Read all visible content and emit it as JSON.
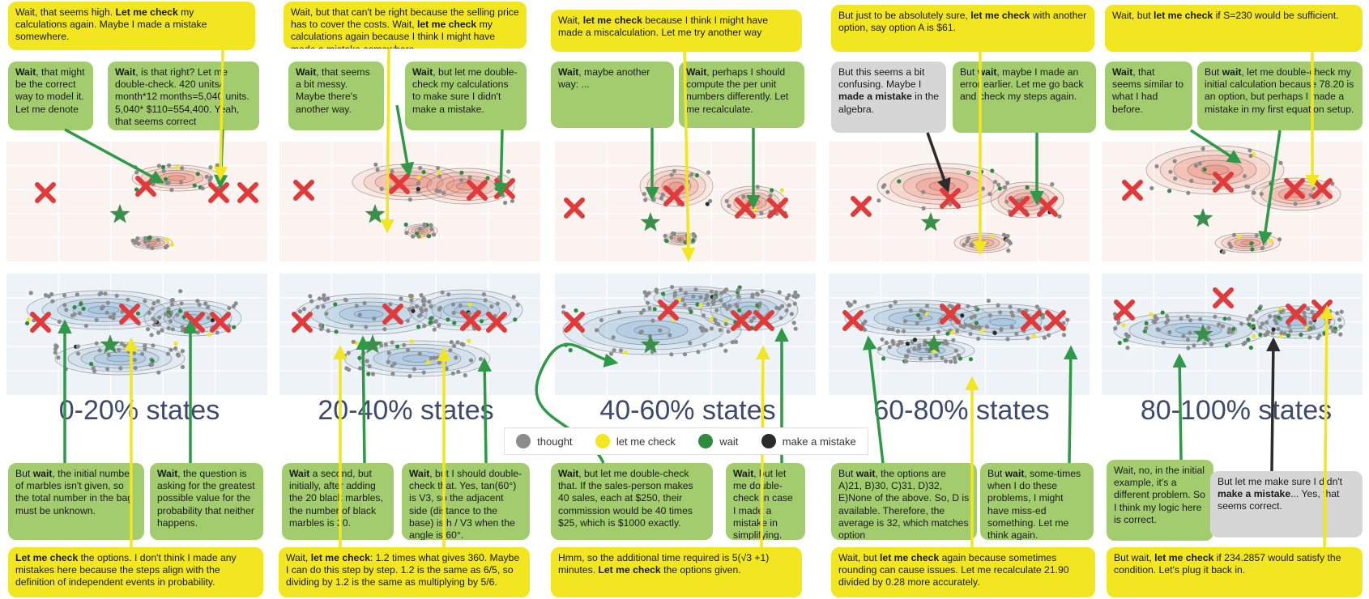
{
  "stages": [
    {
      "label": "0-20% states"
    },
    {
      "label": "20-40% states"
    },
    {
      "label": "40-60% states"
    },
    {
      "label": "60-80% states"
    },
    {
      "label": "80-100% states"
    }
  ],
  "legend": [
    {
      "label": "thought",
      "color": "#8c8c8c"
    },
    {
      "label": "let me check",
      "color": "#f1e61f"
    },
    {
      "label": "wait",
      "color": "#2e8b3e"
    },
    {
      "label": "make a mistake",
      "color": "#2b2b2b"
    }
  ],
  "colors": {
    "yellow_callout": "#f1e61f",
    "green_callout": "#a3cc6e",
    "gray_callout": "#d6d6d6",
    "red_cross": "#e03a3a",
    "star": "#3a8f4a",
    "top_density": "#e8816f",
    "bottom_density": "#8fb6d8"
  },
  "callouts": [
    {
      "id": "t0",
      "color": "yellow",
      "html": "Wait, that seems high. <b>Let me check</b> my calculations again. Maybe I made a mistake somewhere."
    },
    {
      "id": "g0a",
      "color": "green",
      "html": "<b>Wait</b>, that might be the correct way to model it. Let me denote"
    },
    {
      "id": "g0b",
      "color": "green",
      "html": "<b>Wait</b>, is that right? Let me double-check. 420 units/ month*12 months=5,040 units. 5,040* $110=554,400. Yeah, that seems correct"
    },
    {
      "id": "t1",
      "color": "yellow",
      "html": "Wait, but that can't be right because the selling price has to cover the costs. Wait, <b>let me check</b> my calculations again because I think I might have made a mistake somewhere."
    },
    {
      "id": "g1a",
      "color": "green",
      "html": "<b>Wait</b>, that seems a bit messy. Maybe there's another way."
    },
    {
      "id": "g1b",
      "color": "green",
      "html": "<b>Wait</b>, but let me double-check my calculations to make sure I didn't make a mistake."
    },
    {
      "id": "t2",
      "color": "yellow",
      "html": "Wait, <b>let me check</b> because I think I might have made a miscalculation. Let me try another way"
    },
    {
      "id": "g2a",
      "color": "green",
      "html": "<b>Wait</b>, maybe another way: ..."
    },
    {
      "id": "g2b",
      "color": "green",
      "html": "<b>Wait</b>, perhaps I should compute the per unit numbers differently. Let me recalculate."
    },
    {
      "id": "t3",
      "color": "yellow",
      "html": "But just to be absolutely sure, <b>let me check</b> with another option, say option A is $61."
    },
    {
      "id": "k3",
      "color": "gray",
      "html": "But this seems a bit confusing. Maybe I <b>made a mistake</b> in the algebra."
    },
    {
      "id": "g3b",
      "color": "green",
      "html": "But <b>wait</b>, maybe I made an error earlier. Let me go back and check my steps again."
    },
    {
      "id": "t4",
      "color": "yellow",
      "html": "Wait, but <b>let me check</b> if S=230 would be sufficient."
    },
    {
      "id": "g4a",
      "color": "green",
      "html": "<b>Wait</b>, that seems similar to what I had before."
    },
    {
      "id": "g4b",
      "color": "green",
      "html": "But <b>wait</b>, let me double-check my initial calculation because 78.20 is an option, but perhaps I made a mistake in my first equation setup."
    },
    {
      "id": "b0a",
      "color": "green",
      "html": "But <b>wait</b>, the initial number of marbles isn't given, so the total number in the bag must be unknown."
    },
    {
      "id": "b0b",
      "color": "green",
      "html": "<b>Wait</b>, the question is asking for the greatest possible value for the probability that neither happens."
    },
    {
      "id": "y0",
      "color": "yellow",
      "html": "<b>Let me check</b> the options. I don't think I made any mistakes here because the steps align with the definition of independent events in probability."
    },
    {
      "id": "b1a",
      "color": "green",
      "html": "<b>Wait</b> a second, but initially, after adding the 20 black marbles, the number of black marbles is 20."
    },
    {
      "id": "b1b",
      "color": "green",
      "html": "<b>Wait</b>, but I should double-check that. Yes, tan(60°) is V3, so the adjacent side (distance to the base) is h / V3 when the angle is 60°."
    },
    {
      "id": "y1",
      "color": "yellow",
      "html": "Wait, <b>let me check</b>: 1.2 times what gives 360. Maybe I can do this step by step. 1.2 is the same as 6/5, so dividing by 1.2 is the same as multiplying by 5/6."
    },
    {
      "id": "b2a",
      "color": "green",
      "html": "<b>Wait</b>, but let me double-check that. If the sales-person makes 40 sales, each at $250, their commission would be 40 times $25, which is $1000 exactly."
    },
    {
      "id": "b2b",
      "color": "green",
      "html": "<b>Wait</b>, but let me double-check in case I made a mistake in simplifying."
    },
    {
      "id": "y2",
      "color": "yellow",
      "html": "Hmm, so the additional time required is 5(&#8730;3 +1) minutes. <b>Let me check</b> the options given."
    },
    {
      "id": "b3a",
      "color": "green",
      "html": "But <b>wait</b>, the options are A)21, B)30, C)31, D)32, E)None of the above. So, D is available. Therefore, the average is 32, which matches option"
    },
    {
      "id": "b3b",
      "color": "green",
      "html": "But <b>wait</b>, some-times when I do these problems, I might have miss-ed something. Let me think again."
    },
    {
      "id": "y3",
      "color": "yellow",
      "html": "Wait, but <b>let me check</b> again because sometimes rounding can cause issues. Let me recalculate 21.90 divided by 0.28 more accurately."
    },
    {
      "id": "b4a",
      "color": "green",
      "html": "Wait, no, in the initial example, it's a different problem. So I think my logic here is correct."
    },
    {
      "id": "k4",
      "color": "gray",
      "html": "But let me make sure I didn't <b>make a mistake</b>... Yes, that seems correct."
    },
    {
      "id": "y4",
      "color": "yellow",
      "html": "But wait, <b>let me check</b> if 234.2857 would satisfy the condition. Let's plug it back in."
    }
  ]
}
